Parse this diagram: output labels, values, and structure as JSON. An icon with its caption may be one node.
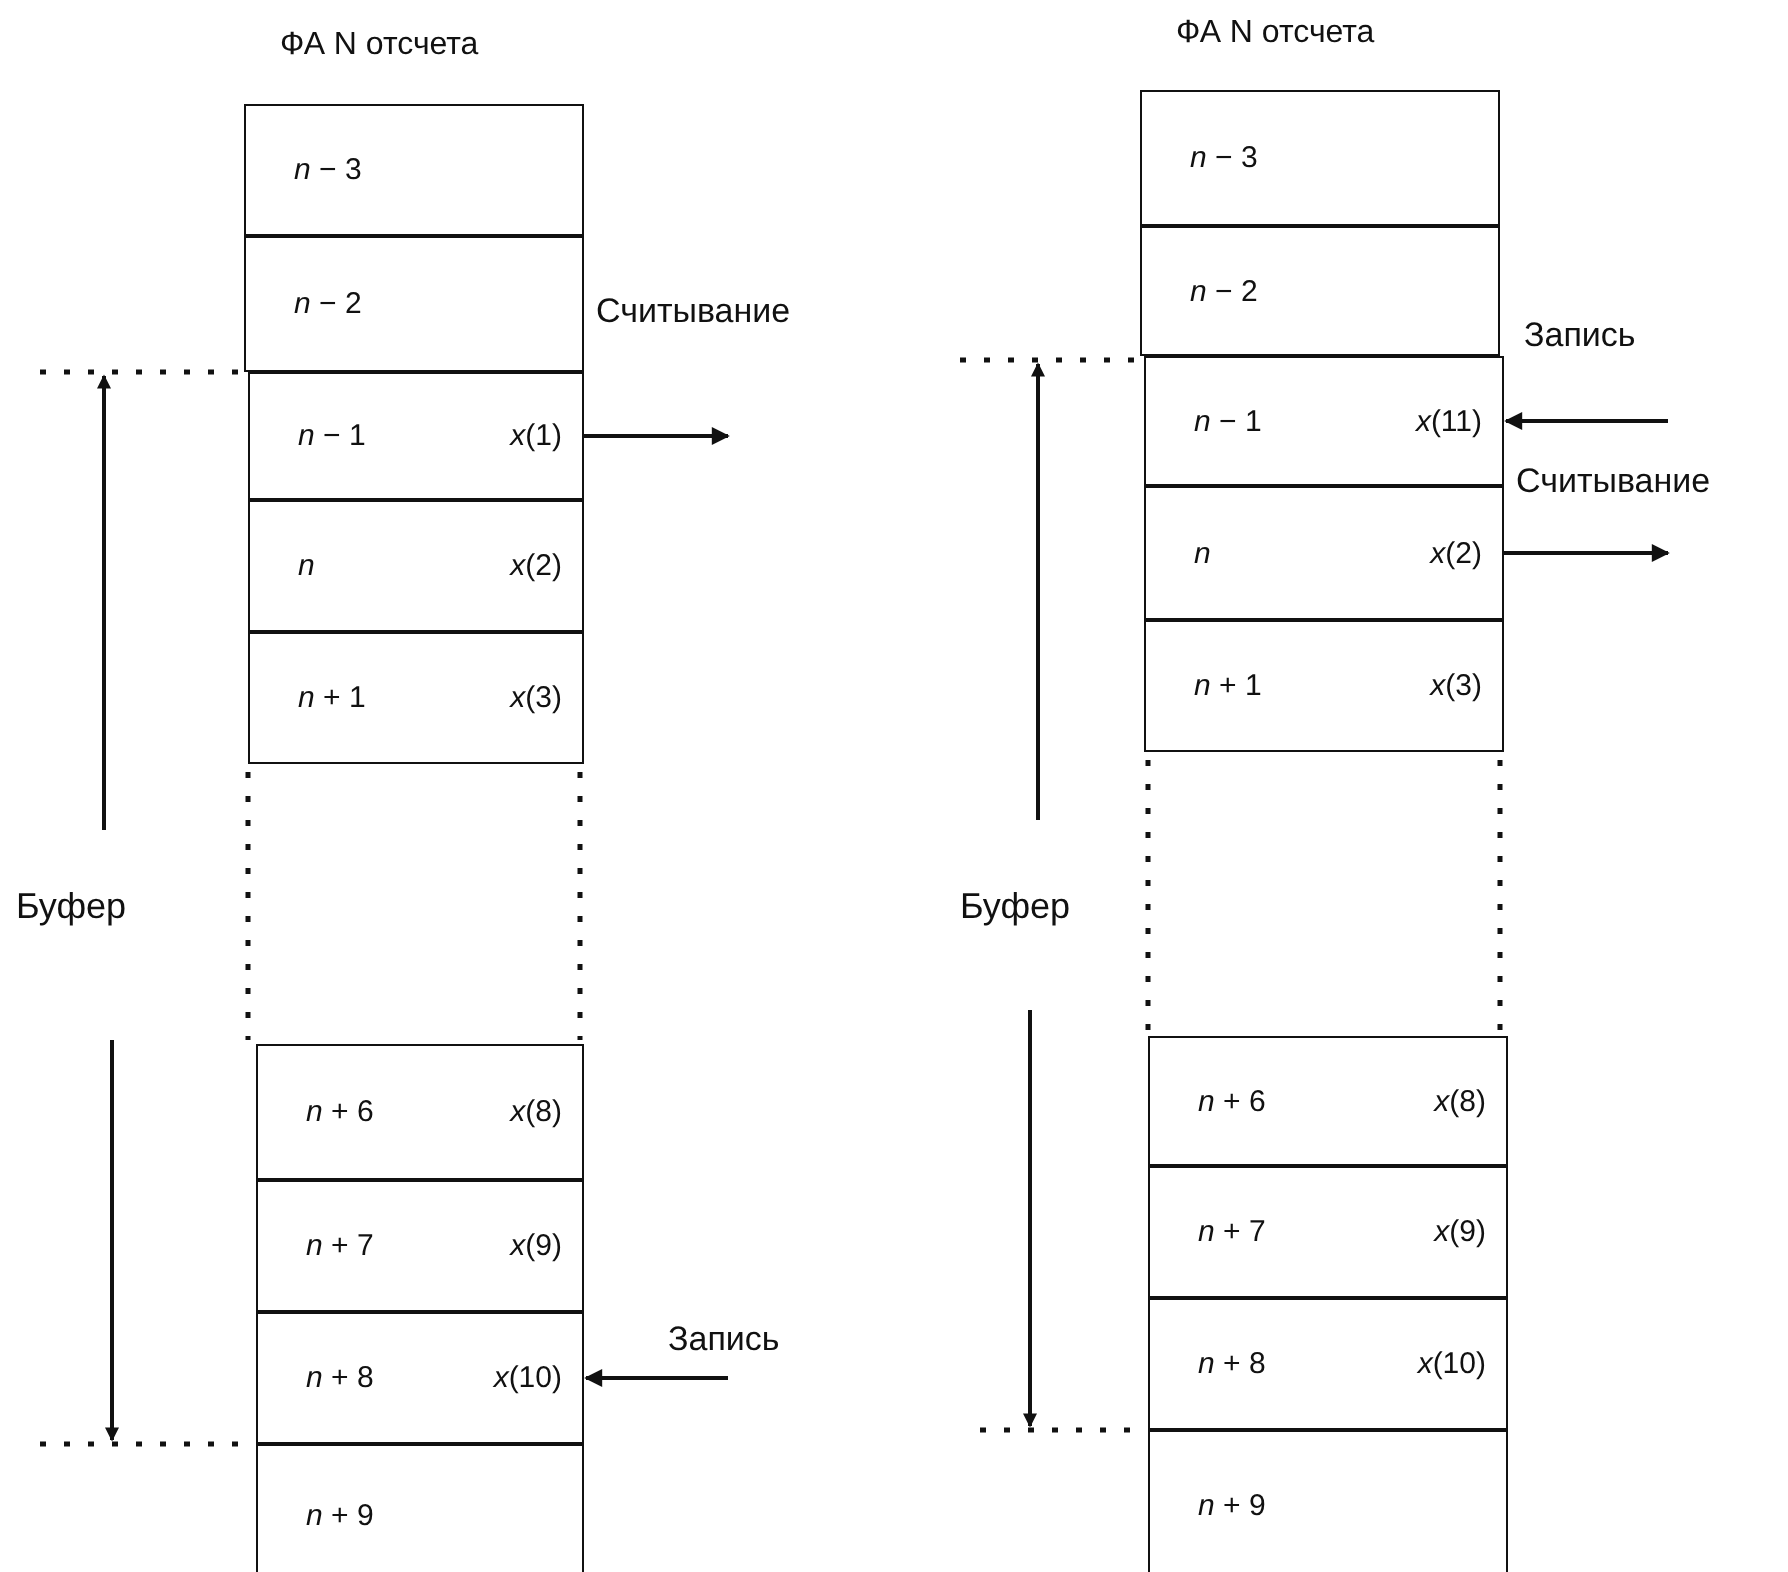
{
  "diagram": {
    "nodes": [
      {
        "text": [
          "*n* − 3"
        ]
      },
      {
        "text": [
          "*n* − 2"
        ]
      },
      {
        "text": [
          "*n* − 1",
          "*x*(1)"
        ]
      },
      {
        "text": [
          "*n*",
          "*x*(2)"
        ]
      },
      {
        "text": [
          "*n* + 1",
          "*x*(3)"
        ]
      },
      {
        "text": [
          "*n* + 6",
          "*x*(8)"
        ]
      },
      {
        "text": [
          "*n* + 7",
          "*x*(9)"
        ]
      },
      {
        "text": [
          "*n* + 8",
          "*x*(10)"
        ]
      },
      {
        "text": [
          "*n* + 9"
        ]
      },
      {
        "text": [
          "*n* − 3"
        ]
      },
      {
        "text": [
          "*n* − 2"
        ]
      },
      {
        "text": [
          "*n* − 1",
          "*x*(11)"
        ]
      },
      {
        "text": [
          "*n*",
          "*x*(2)"
        ]
      },
      {
        "text": [
          "*n* + 1",
          "*x*(3)"
        ]
      },
      {
        "text": [
          "*n* + 6",
          "*x*(8)"
        ]
      },
      {
        "text": [
          "*n* + 7",
          "*x*(9)"
        ]
      },
      {
        "text": [
          "*n* + 8",
          "*x*(10)"
        ]
      },
      {
        "text": [
          "*n* + 9"
        ]
      }
    ],
    "edges": [
      {
        "from": 2,
        "to": null,
        "arrow": "to",
        "label": "Считывание"
      },
      {
        "from": null,
        "to": 7,
        "arrow": "to",
        "label": "Запись"
      },
      {
        "from": null,
        "to": 11,
        "arrow": "to",
        "label": "Запись"
      },
      {
        "from": 12,
        "to": null,
        "arrow": "to",
        "label": "Считывание"
      }
    ],
    "labels": [
      "ФА N отсчета",
      "ФА N отсчета",
      "Буфер",
      "Буфер"
    ]
  }
}
